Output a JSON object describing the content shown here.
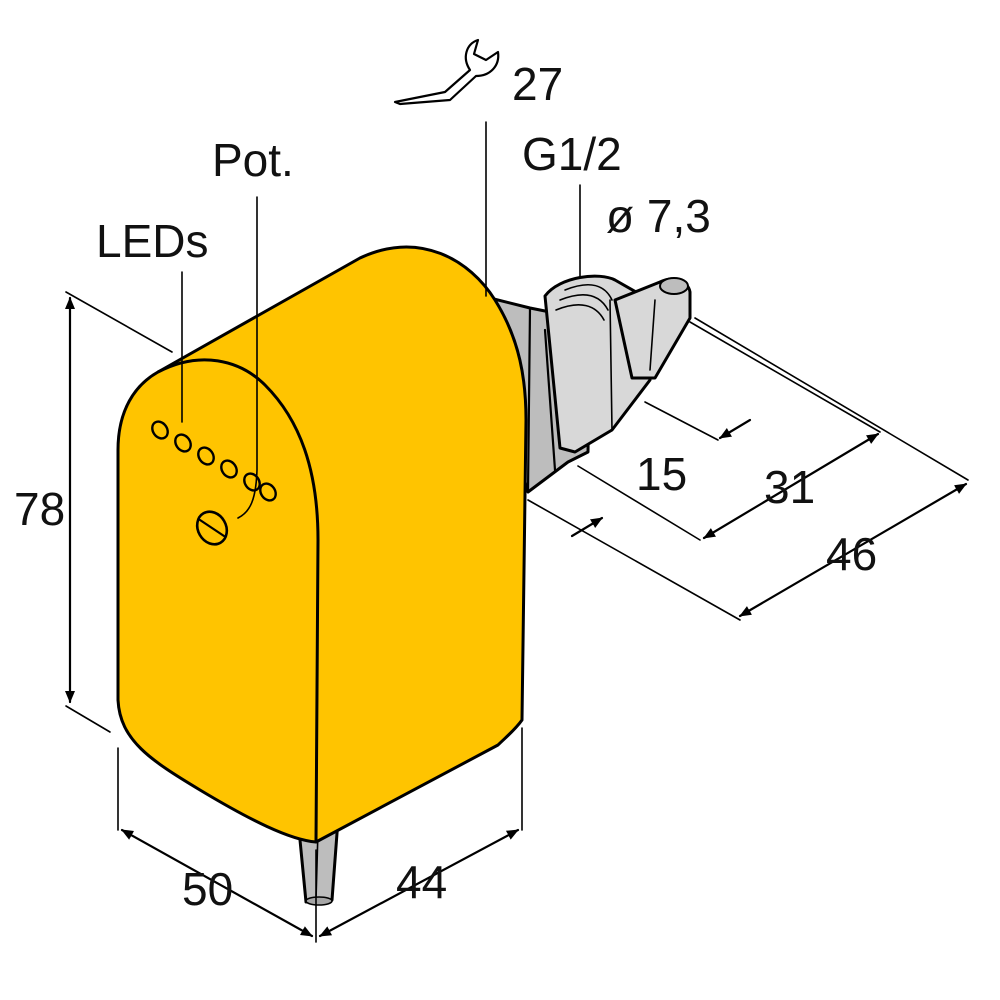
{
  "labels": {
    "wrench_size": "27",
    "thread": "G1/2",
    "probe_diameter": "ø 7,3",
    "pot": "Pot.",
    "leds": "LEDs",
    "height": "78",
    "width": "50",
    "depth": "44",
    "dim_15": "15",
    "dim_31": "31",
    "dim_46": "46"
  },
  "colors": {
    "housing": "#FFC400",
    "metal_light": "#D8D8D8",
    "metal_mid": "#BDBDBD",
    "metal_dark": "#A6A6A6",
    "line": "#000000"
  },
  "icons": {
    "wrench": "wrench-icon"
  }
}
